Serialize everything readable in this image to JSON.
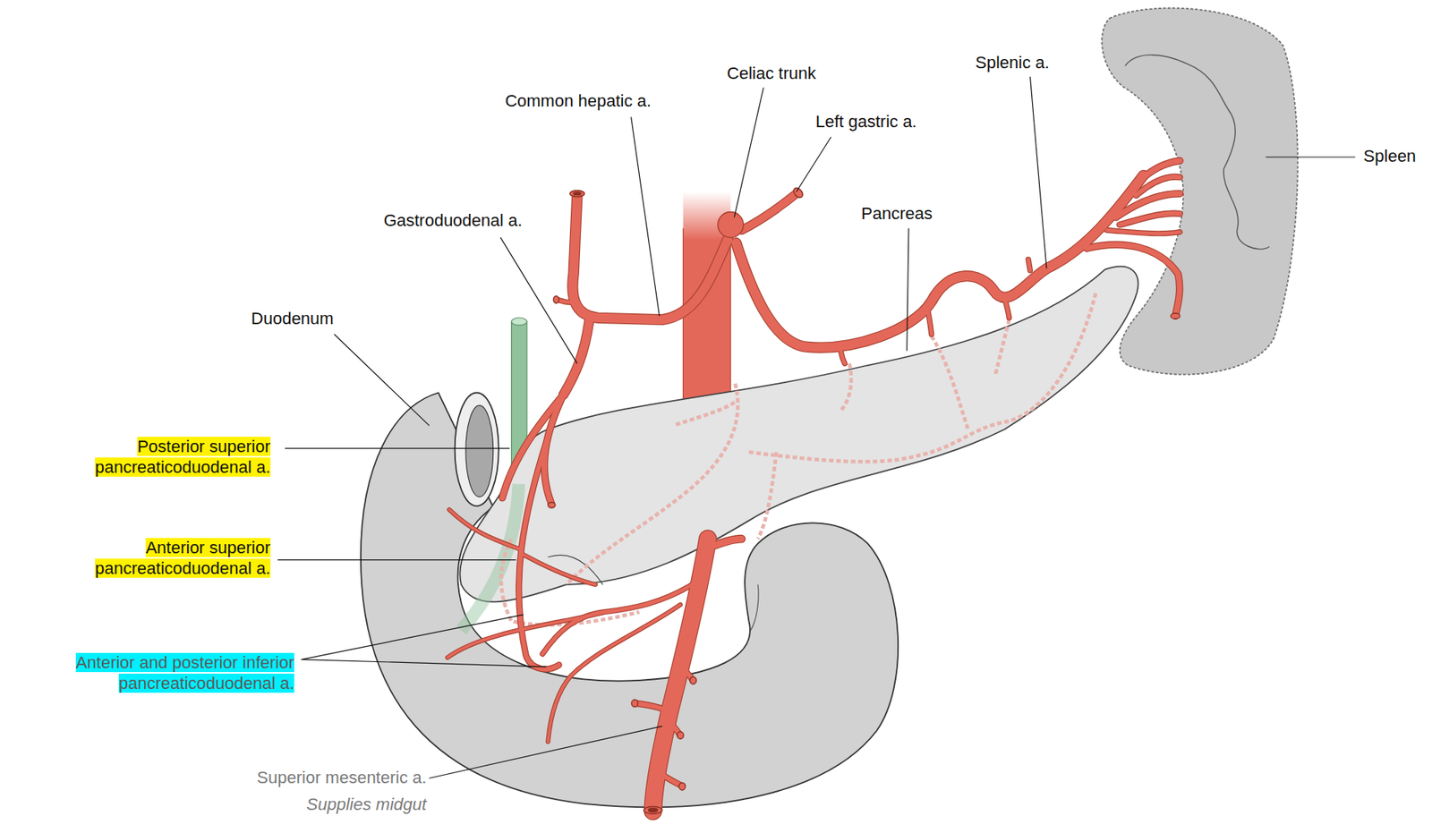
{
  "diagram": {
    "labels": [
      "Celiac trunk",
      "Common hepatic a.",
      "Left gastric a.",
      "Splenic a.",
      "Spleen",
      "Pancreas",
      "Gastroduodenal a.",
      "Duodenum",
      "Posterior superior pancreaticoduodenal a.",
      "Anterior superior pancreaticoduodenal a.",
      "Anterior and posterior inferior pancreaticoduodenal a.",
      "Superior mesenteric a.",
      "Supplies midgut"
    ]
  }
}
